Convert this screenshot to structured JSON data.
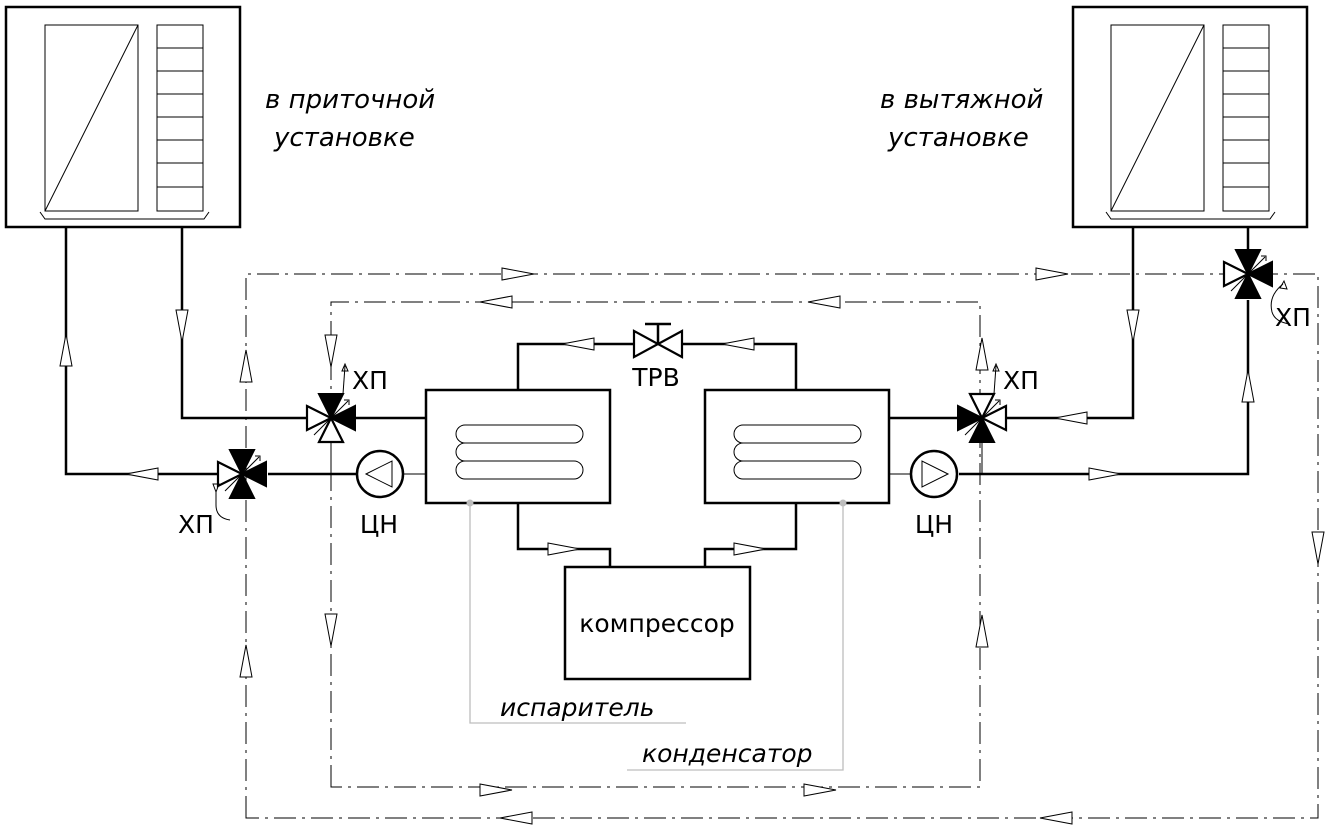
{
  "labels": {
    "supply_unit": [
      "в приточной",
      "установке"
    ],
    "exhaust_unit": [
      "в вытяжной",
      "установке"
    ],
    "compressor": "компрессор",
    "evaporator": "испаритель",
    "condenser": "конденсатор",
    "expansion_valve": "ТРВ",
    "pump": "ЦН",
    "three_way_valve": "ХП"
  }
}
